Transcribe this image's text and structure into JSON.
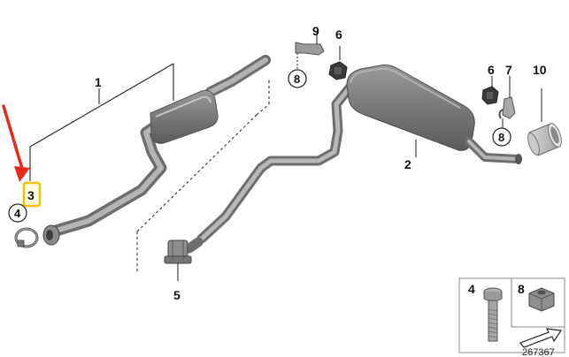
{
  "diagram": {
    "drawing_number": "267367",
    "part_labels": {
      "p1": "1",
      "p2": "2",
      "p3": "3",
      "p4": "4",
      "p5": "5",
      "p6a": "6",
      "p6b": "6",
      "p7": "7",
      "p8a": "8",
      "p8b": "8",
      "p9": "9",
      "p10": "10"
    },
    "legend": {
      "left_label": "4",
      "right_label": "8"
    },
    "highlight": {
      "arrow_color": "#e8291c",
      "box_color": "#f2c200"
    }
  }
}
